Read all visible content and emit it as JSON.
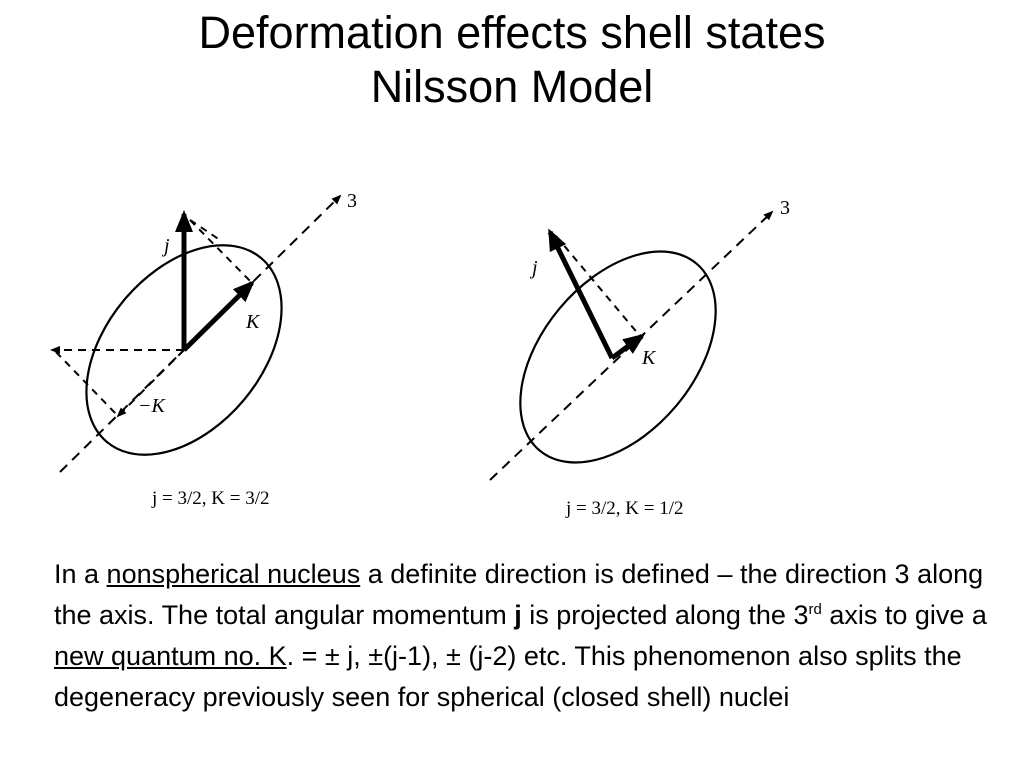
{
  "slide": {
    "title_line1": "Deformation effects shell states",
    "title_line2": "Nilsson Model"
  },
  "diagram": {
    "left": {
      "axis_label": "3",
      "j_label": "j",
      "K_label": "K",
      "minus_K_label": "−K",
      "caption": "j = 3/2,  K = 3/2"
    },
    "right": {
      "axis_label": "3",
      "j_label": "j",
      "K_label": "K",
      "caption": "j = 3/2,  K = 1/2"
    }
  },
  "body": {
    "t1": "In a ",
    "link1": "nonspherical nucleus",
    "t2": " a definite direction is defined – the direction 3 along the axis.  The total angular momentum ",
    "bold_j": "j",
    "t3": "  is projected along the 3",
    "sup": "rd",
    "t4": " axis to give a ",
    "link2": "new quantum no. K",
    "t5": ". =  ± j, ±(j-1), ± (j-2) etc. This phenomenon also splits the degeneracy previously seen for spherical (closed shell) nuclei"
  }
}
